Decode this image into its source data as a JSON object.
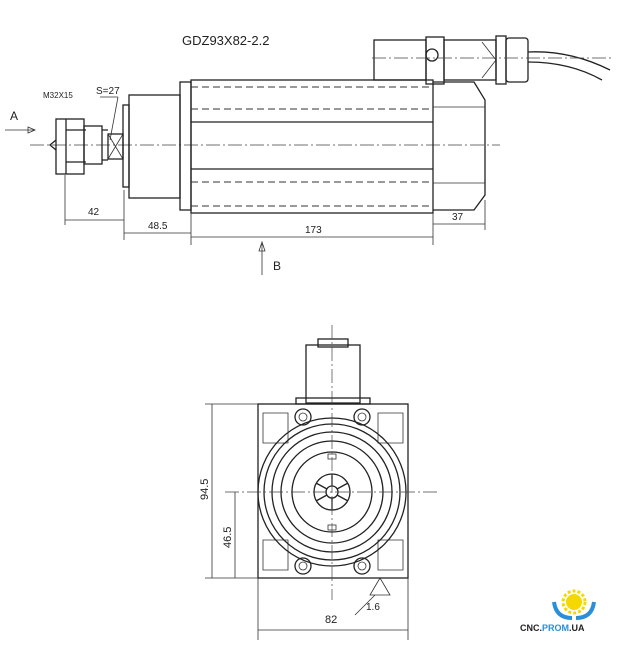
{
  "title": "GDZ93X82-2.2",
  "side_view": {
    "thread_label": "M32X15",
    "wrench_label": "S=27",
    "view_a_label": "A",
    "view_b_label": "B",
    "dimensions": {
      "nut": "42",
      "front": "48.5",
      "body": "173",
      "rear": "37"
    }
  },
  "front_view": {
    "dimensions": {
      "height": "94.5",
      "center_height": "46.5",
      "width": "82",
      "roughness": "1.6"
    }
  },
  "logo": {
    "text_dark": "CNC.",
    "text_blue": "PROM",
    "text_tail": ".UA",
    "colors": {
      "blue": "#2a8fd8",
      "yellow": "#f5d800",
      "dark": "#222222"
    }
  }
}
